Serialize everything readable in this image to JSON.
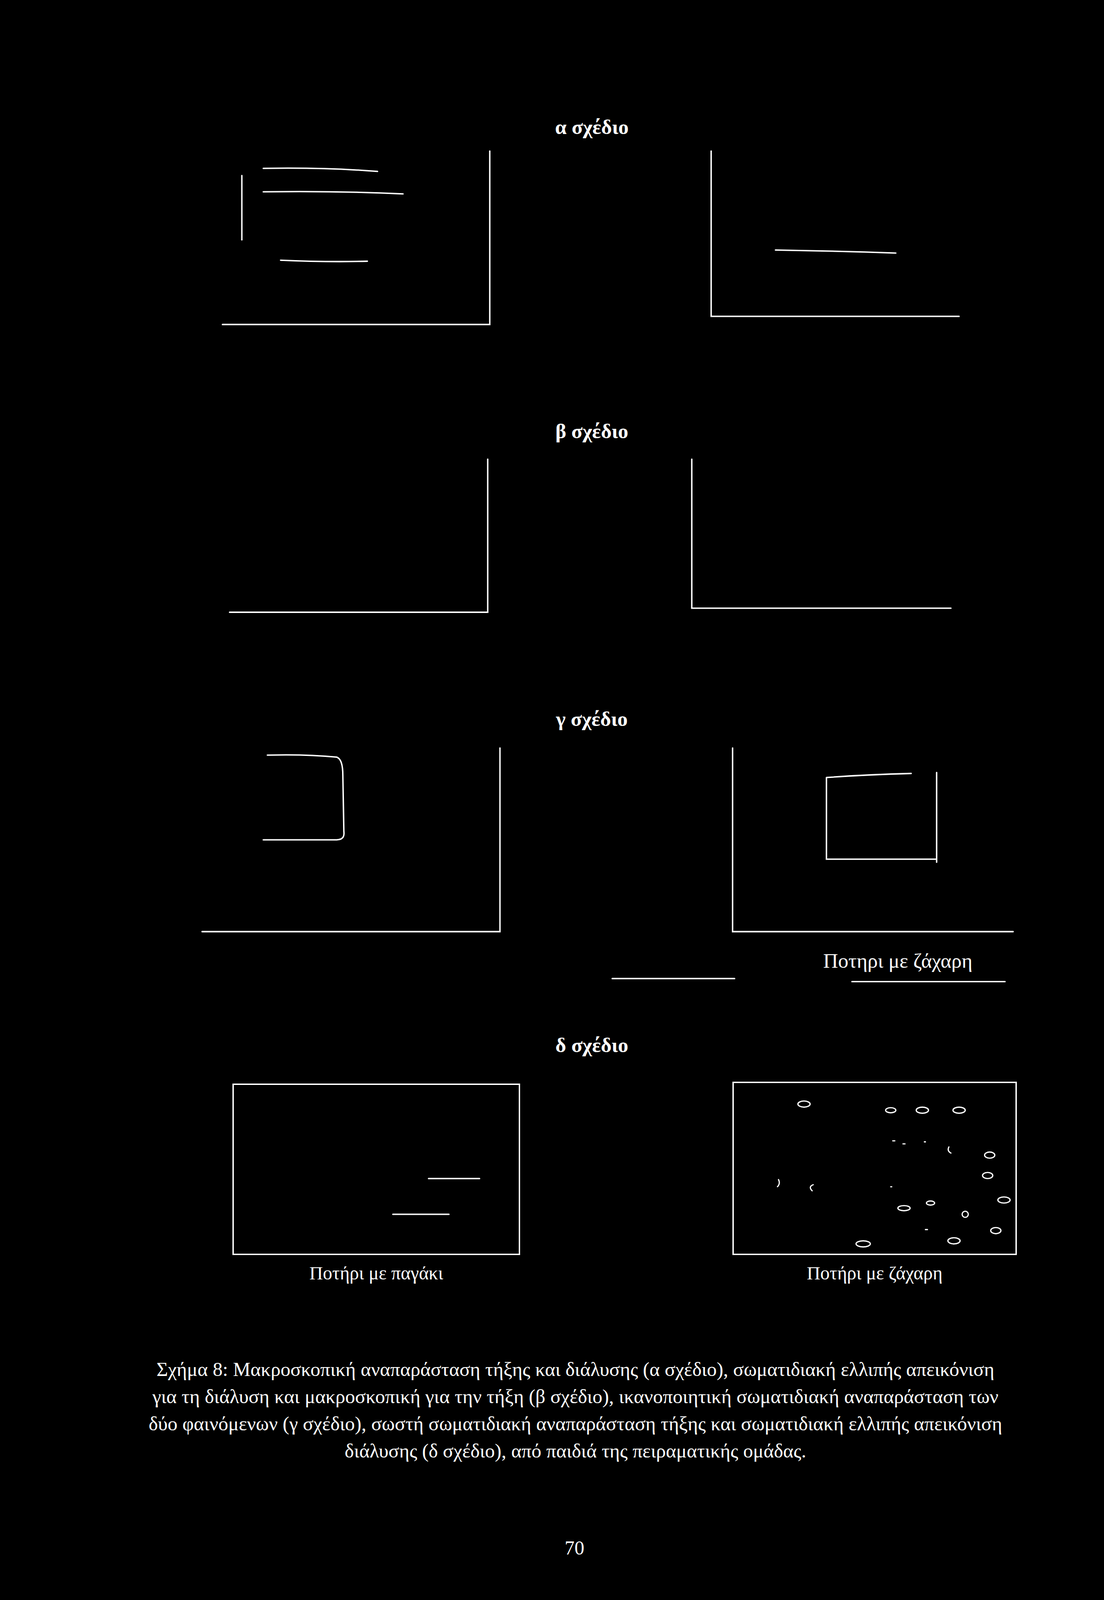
{
  "diagram": {
    "caption": "Σχήμα 8: Μακροσκοπική αναπαράσταση τήξης και διάλυσης (α σχέδιο), σωματιδιακή ελλιπής απεικόνιση για τη διάλυση και μακροσκοπική για την τήξη (β σχέδιο), ικανοποιητική σωματιδιακή αναπαράσταση των δύο φαινόμενων (γ σχέδιο), σωστή σωματιδιακή αναπαράσταση τήξης και σωματιδιακή ελλιπής απεικόνιση διάλυσης (δ σχέδιο), από παιδιά της πειραματικής ομάδας.",
    "nodes": [
      {
        "text": [
          "Ποτήρι με παγάκι"
        ]
      },
      {
        "text": [
          "Ποτήρι με ζάχαρη"
        ]
      }
    ],
    "labels": [
      "α σχέδιο",
      "β σχέδιο",
      "γ σχέδιο",
      "Ποτηρι με ζάχαρη",
      "δ σχέδιο",
      "70"
    ]
  }
}
